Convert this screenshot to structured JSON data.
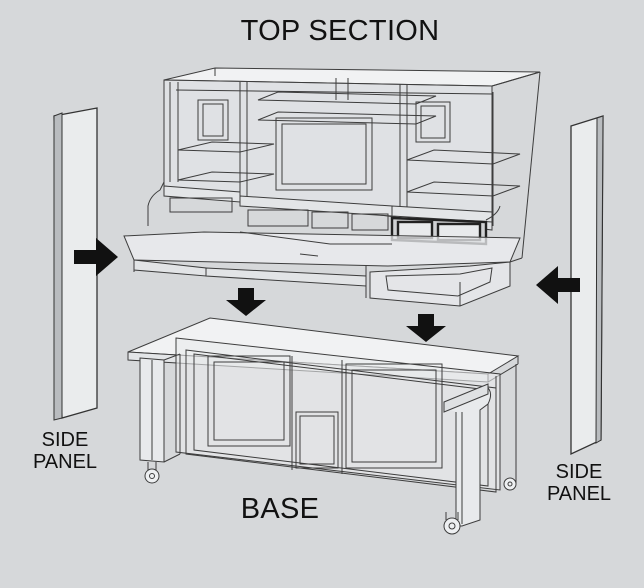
{
  "labels": {
    "top_section": "TOP SECTION",
    "base": "BASE",
    "side_panel_left": [
      "SIDE",
      "PANEL"
    ],
    "side_panel_right": [
      "SIDE",
      "PANEL"
    ]
  },
  "arrows": {
    "left_panel": "arrow-right-icon",
    "right_panel": "arrow-left-icon",
    "top_to_base_left": "arrow-down-icon",
    "top_to_base_right": "arrow-down-icon"
  },
  "colors": {
    "background": "#d6d8da",
    "line": "#3a3a3a",
    "glass_fill": "#eef0f2",
    "arrow": "#111111"
  }
}
